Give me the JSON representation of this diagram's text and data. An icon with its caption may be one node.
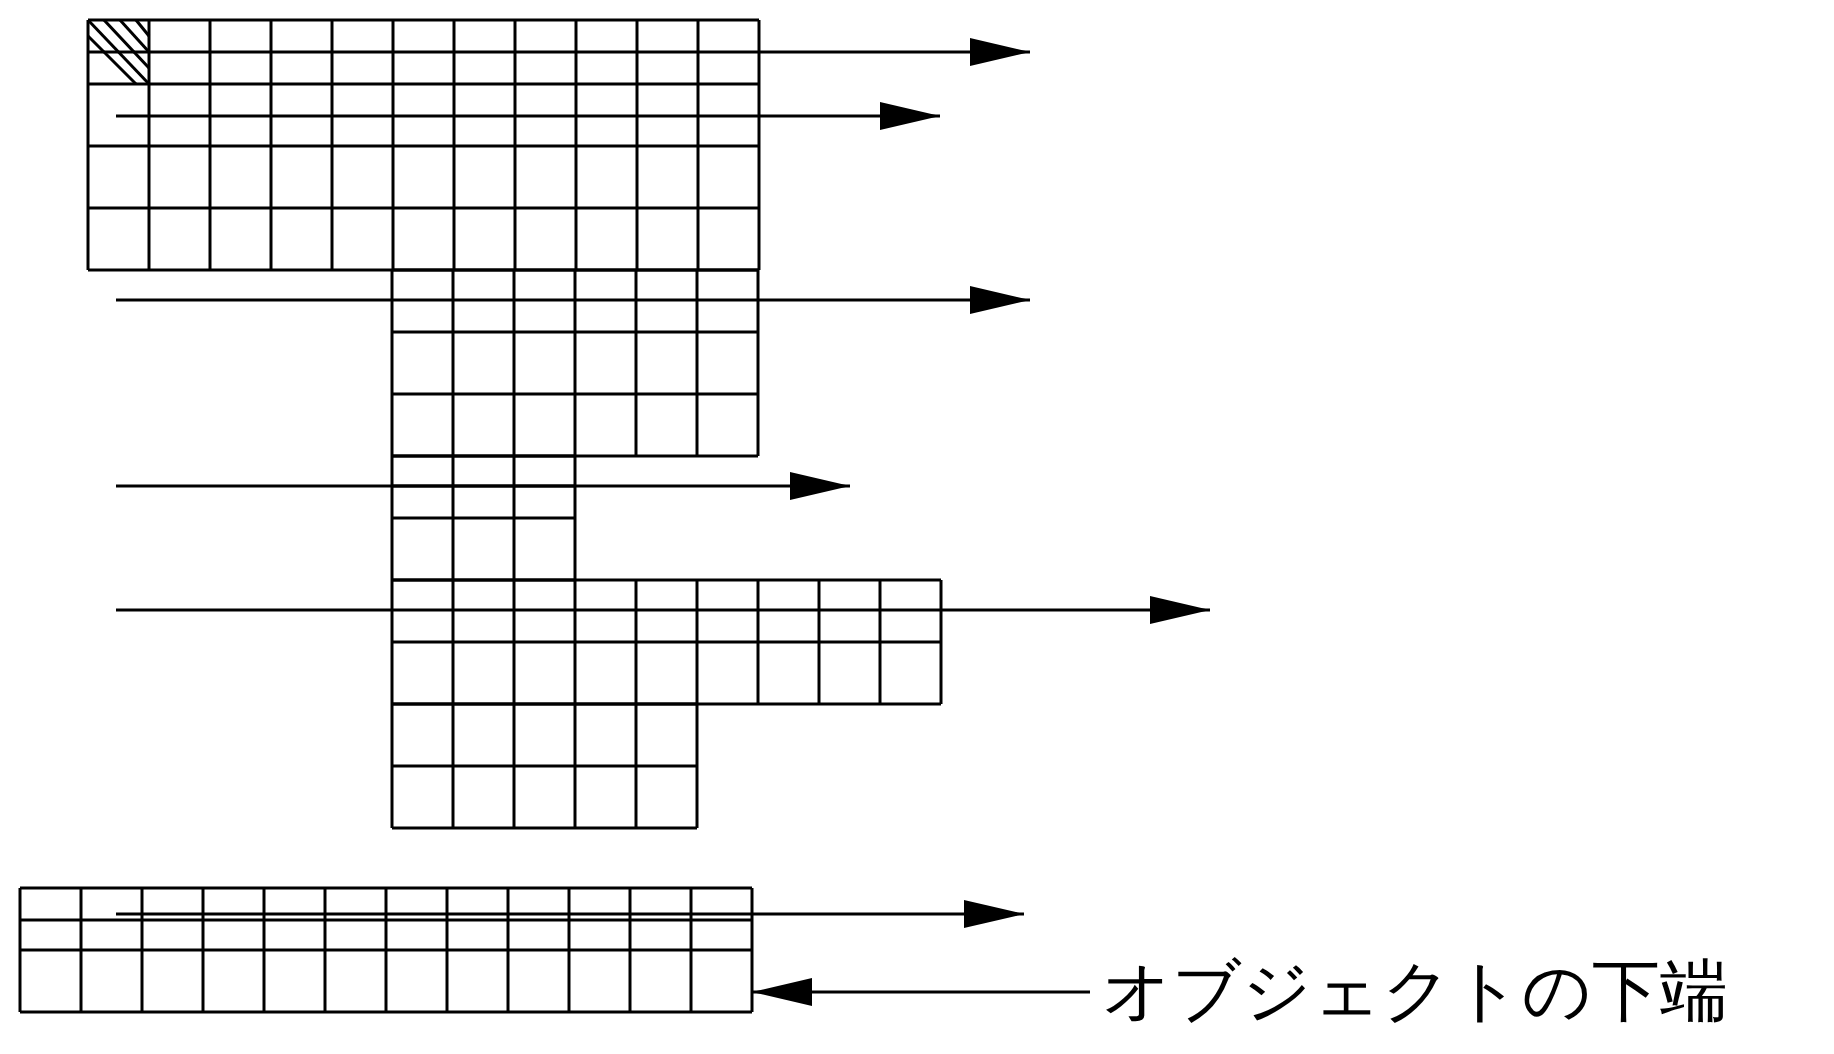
{
  "diagram": {
    "nodes": [
      {
        "text": [
          "オブジェクトの下端"
        ]
      },
      {
        "text": [],
        "shape": "box"
      }
    ],
    "edges": [
      {
        "from": 0,
        "to": 1,
        "arrow": "to"
      }
    ]
  }
}
